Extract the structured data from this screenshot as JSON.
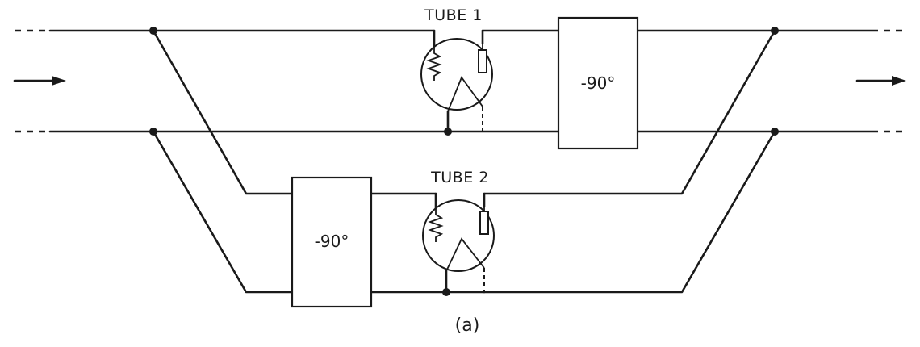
{
  "diagram": {
    "tube1_label": "TUBE 1",
    "tube2_label": "TUBE 2",
    "phase_shifter_top_label": "-90°",
    "phase_shifter_bottom_label": "-90°",
    "caption": "(a)",
    "input_arrow_icon": "arrow-right-icon",
    "output_arrow_icon": "arrow-right-icon",
    "tube_icon": "vacuum-tube-icon",
    "line_color": "#1a1a1a",
    "background_color": "#ffffff"
  }
}
